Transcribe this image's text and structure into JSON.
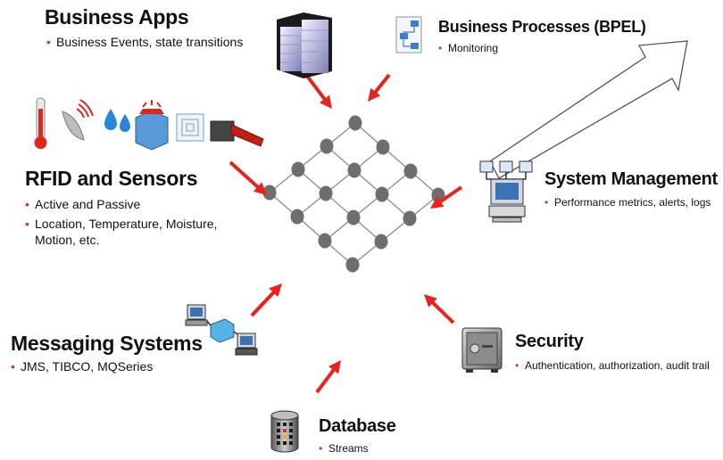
{
  "sources": [
    {
      "key": "business_apps",
      "title": "Business Apps",
      "bullets": [
        "Business Events, state transitions"
      ],
      "icon": "building-icon"
    },
    {
      "key": "bpel",
      "title": "Business Processes (BPEL)",
      "bullets": [
        "Monitoring"
      ],
      "icon": "process-flow-icon"
    },
    {
      "key": "rfid",
      "title": "RFID and Sensors",
      "bullets": [
        "Active and Passive",
        "Location, Temperature, Moisture, Motion, etc."
      ],
      "icon": "sensors-icon"
    },
    {
      "key": "sysmgmt",
      "title": "System Management",
      "bullets": [
        "Performance metrics, alerts, logs"
      ],
      "icon": "network-computer-icon"
    },
    {
      "key": "messaging",
      "title": "Messaging Systems",
      "bullets": [
        "JMS, TIBCO, MQSeries"
      ],
      "icon": "messaging-network-icon"
    },
    {
      "key": "security",
      "title": "Security",
      "bullets": [
        "Authentication, authorization, audit trail"
      ],
      "icon": "safe-icon"
    },
    {
      "key": "database",
      "title": "Database",
      "bullets": [
        "Streams"
      ],
      "icon": "database-icon"
    }
  ],
  "colors": {
    "arrow": "#e8231f",
    "node": "#6e6e6e",
    "mesh_line": "#8a8a8a",
    "bullet": "#d23a1f",
    "big_arrow_fill": "#ffffff",
    "big_arrow_stroke": "#555555"
  }
}
